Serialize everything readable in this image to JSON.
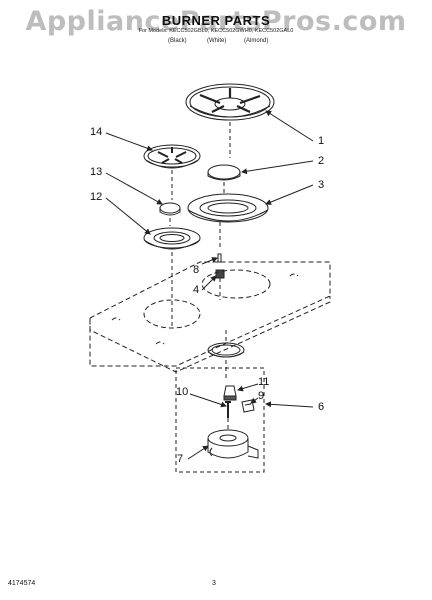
{
  "watermark": "AppliancePartsPros.com",
  "title": "BURNER PARTS",
  "models_line": "For Models: KECC502GBL0, KECC502GWH0, KECC502GAL0",
  "colors": [
    "(Black)",
    "(White)",
    "(Almond)"
  ],
  "callouts": [
    {
      "id": "1",
      "label": "1"
    },
    {
      "id": "2",
      "label": "2"
    },
    {
      "id": "3",
      "label": "3"
    },
    {
      "id": "4",
      "label": "4"
    },
    {
      "id": "6",
      "label": "6"
    },
    {
      "id": "7",
      "label": "7"
    },
    {
      "id": "8",
      "label": "8"
    },
    {
      "id": "9",
      "label": "9"
    },
    {
      "id": "10",
      "label": "10"
    },
    {
      "id": "11",
      "label": "11"
    },
    {
      "id": "12",
      "label": "12"
    },
    {
      "id": "13",
      "label": "13"
    },
    {
      "id": "14",
      "label": "14"
    }
  ],
  "footer": {
    "doc_number": "4174574",
    "page_number": "3"
  }
}
